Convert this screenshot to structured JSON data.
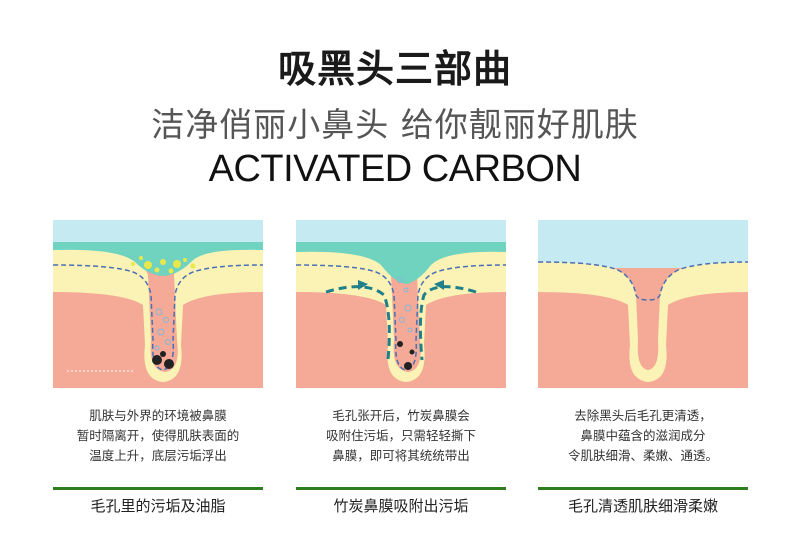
{
  "header": {
    "title": "吸黑头三部曲",
    "subtitle": "洁净俏丽小鼻头 给你靓丽好肌肤",
    "english": "ACTIVATED CARBON"
  },
  "panels": [
    {
      "description": [
        "肌肤与外界的环境被鼻膜",
        "暂时隔离开，使得肌肤表面的",
        "温度上升，底层污垢浮出"
      ],
      "caption": "毛孔里的污垢及油脂"
    },
    {
      "description": [
        "毛孔张开后，竹炭鼻膜会",
        "吸附住污垢，只需轻轻撕下",
        "鼻膜，即可将其统统带出"
      ],
      "caption": "竹炭鼻膜吸附出污垢"
    },
    {
      "description": [
        "去除黑头后毛孔更清透，",
        "鼻膜中蕴含的滋润成分",
        "令肌肤细滑、柔嫩、通透。"
      ],
      "caption": "毛孔清透肌肤细滑柔嫩"
    }
  ],
  "colors": {
    "sky": "#c6eaf2",
    "mask": "#6fd3bf",
    "skin_top": "#fbf3b5",
    "skin": "#f4aa96",
    "dash": "#4a6fb5",
    "arrow": "#1f7f8a",
    "accent_line": "#2e7d1f"
  }
}
